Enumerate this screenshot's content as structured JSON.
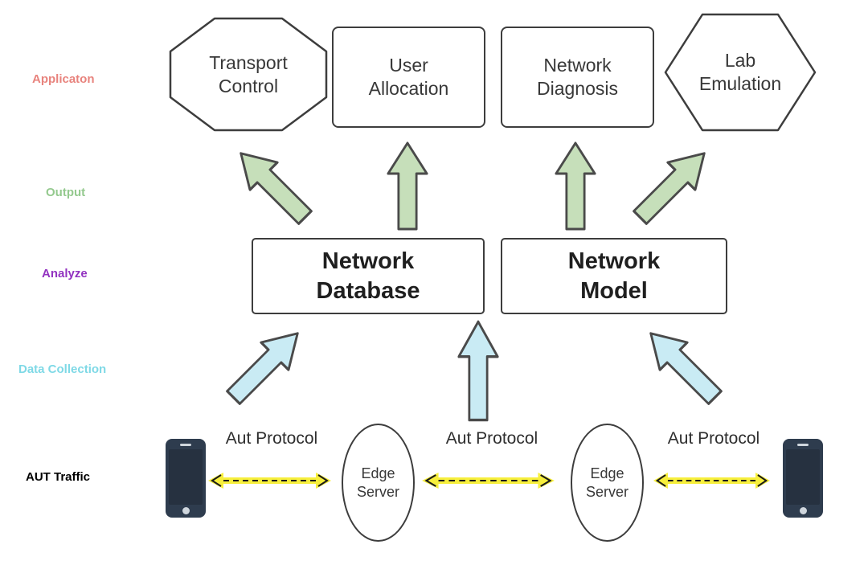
{
  "layers": {
    "application": {
      "label": "Applicaton",
      "color": "#e8837d"
    },
    "output": {
      "label": "Output",
      "color": "#94c98e"
    },
    "analyze": {
      "label": "Analyze",
      "color": "#9232c0"
    },
    "data_collection": {
      "label": "Data Collection",
      "color": "#7fd9e6"
    },
    "aut_traffic": {
      "label": "AUT Traffic",
      "color": "#000000"
    }
  },
  "nodes": {
    "transport_control": {
      "label": "Transport Control",
      "shape": "octagon"
    },
    "user_allocation": {
      "label": "User Allocation",
      "shape": "rounded-rectangle"
    },
    "network_diagnosis": {
      "label": "Network Diagnosis",
      "shape": "rounded-rectangle"
    },
    "lab_emulation": {
      "label": "Lab Emulation",
      "shape": "hexagon"
    },
    "network_database": {
      "label": "Network Database",
      "shape": "rectangle"
    },
    "network_model": {
      "label": "Network Model",
      "shape": "rectangle"
    },
    "edge_server_left": {
      "label": "Edge Server",
      "shape": "ellipse"
    },
    "edge_server_right": {
      "label": "Edge Server",
      "shape": "ellipse"
    }
  },
  "links": {
    "aut_protocol_left": {
      "label": "Aut Protocol"
    },
    "aut_protocol_middle": {
      "label": "Aut Protocol"
    },
    "aut_protocol_right": {
      "label": "Aut Protocol"
    }
  },
  "colors": {
    "arrow_green_fill": "#c6dfba",
    "arrow_cyan_fill": "#c9ebf4",
    "arrow_stroke": "#4a4a4a",
    "yellow_arrow_fill": "#f7ef3c",
    "shape_border": "#3d3d3d",
    "node_text": "#383838"
  }
}
